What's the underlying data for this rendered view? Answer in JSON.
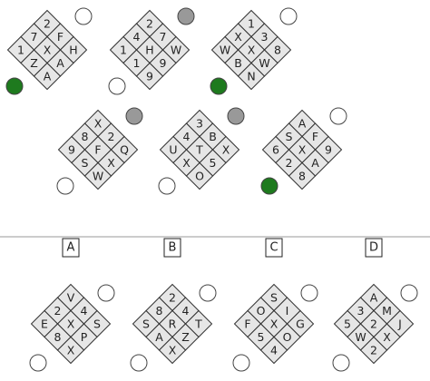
{
  "colors": {
    "empty": "#ffffff",
    "gray": "#999999",
    "green": "#1e7a1e"
  },
  "puzzles": [
    {
      "cells": [
        [
          "2",
          "",
          ""
        ],
        [
          "7",
          "F",
          ""
        ],
        [
          "1",
          "X",
          "H"
        ],
        [
          "",
          "Z",
          "A"
        ],
        [
          "",
          "",
          "A"
        ]
      ],
      "marker_color": "empty",
      "marker_top": true,
      "second_marker_color": "green",
      "second_marker_bottom": true
    },
    {
      "cells": [
        [
          "2",
          "",
          ""
        ],
        [
          "4",
          "7",
          ""
        ],
        [
          "1",
          "H",
          "W"
        ],
        [
          "",
          "1",
          "9"
        ],
        [
          "",
          "",
          "9"
        ]
      ],
      "marker_color": "gray",
      "marker_top": true,
      "second_marker_color": "empty",
      "second_marker_bottom": true
    },
    {
      "cells": [
        [
          "1",
          "",
          ""
        ],
        [
          "X",
          "3",
          ""
        ],
        [
          "W",
          "X",
          "8"
        ],
        [
          "",
          "B",
          "W"
        ],
        [
          "",
          "",
          "N"
        ]
      ],
      "marker_color": "empty",
      "marker_top": true,
      "second_marker_color": "green",
      "second_marker_bottom": true
    },
    {
      "cells": [
        [
          "X",
          "",
          ""
        ],
        [
          "8",
          "2",
          ""
        ],
        [
          "9",
          "F",
          "Q"
        ],
        [
          "",
          "S",
          "X"
        ],
        [
          "",
          "",
          "W"
        ]
      ],
      "marker_color": "gray",
      "marker_top": true,
      "second_marker_color": "empty",
      "second_marker_bottom": true
    },
    {
      "cells": [
        [
          "3",
          "",
          ""
        ],
        [
          "4",
          "B",
          ""
        ],
        [
          "U",
          "T",
          "X"
        ],
        [
          "",
          "X",
          "5"
        ],
        [
          "",
          "",
          "O"
        ]
      ],
      "marker_color": "gray",
      "marker_top": true,
      "second_marker_color": "empty",
      "second_marker_bottom": true
    },
    {
      "cells": [
        [
          "A",
          "",
          ""
        ],
        [
          "S",
          "F",
          ""
        ],
        [
          "6",
          "X",
          "9"
        ],
        [
          "",
          "2",
          "A"
        ],
        [
          "",
          "",
          "8"
        ]
      ],
      "marker_color": "empty",
      "marker_top": true,
      "second_marker_color": "green",
      "second_marker_bottom": true
    }
  ],
  "divider": true,
  "options": [
    {
      "label": "A",
      "cells": [
        [
          "V",
          "",
          ""
        ],
        [
          "2",
          "4",
          ""
        ],
        [
          "E",
          "X",
          "S"
        ],
        [
          "",
          "8",
          "P"
        ],
        [
          "",
          "",
          "X"
        ]
      ],
      "marker_color": "empty",
      "second_marker_color": "empty"
    },
    {
      "label": "B",
      "cells": [
        [
          "2",
          "",
          ""
        ],
        [
          "8",
          "4",
          ""
        ],
        [
          "S",
          "R",
          "T"
        ],
        [
          "",
          "A",
          "Z"
        ],
        [
          "",
          "",
          "X"
        ]
      ],
      "marker_color": "empty",
      "second_marker_color": "empty"
    },
    {
      "label": "C",
      "cells": [
        [
          "S",
          "",
          ""
        ],
        [
          "O",
          "I",
          ""
        ],
        [
          "F",
          "X",
          "G"
        ],
        [
          "",
          "5",
          "O"
        ],
        [
          "",
          "",
          "4"
        ]
      ],
      "marker_color": "empty",
      "second_marker_color": "empty"
    },
    {
      "label": "D",
      "cells": [
        [
          "A",
          "",
          ""
        ],
        [
          "3",
          "M",
          ""
        ],
        [
          "5",
          "2",
          "J"
        ],
        [
          "",
          "W",
          "X"
        ],
        [
          "",
          "",
          "2"
        ]
      ],
      "marker_color": "empty",
      "second_marker_color": "empty"
    }
  ]
}
